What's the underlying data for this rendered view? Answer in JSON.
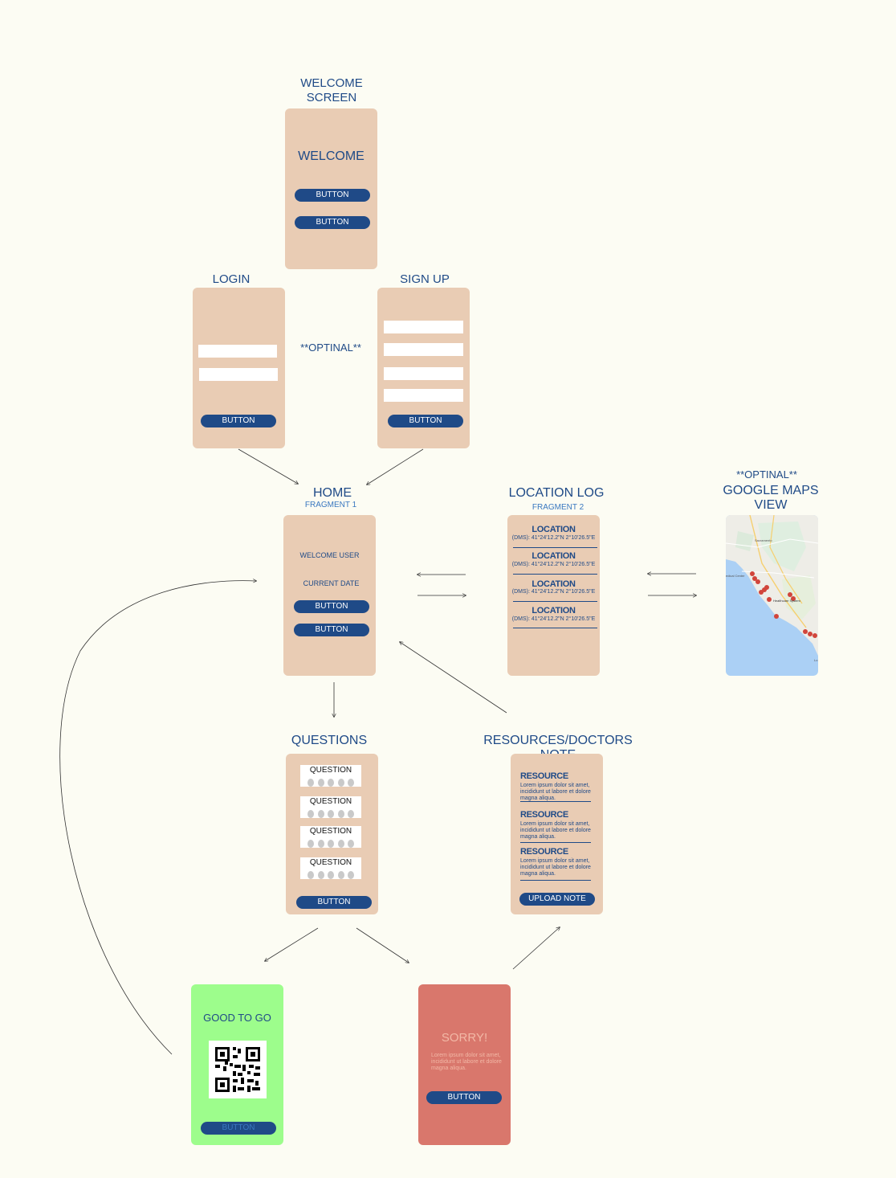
{
  "screens": {
    "welcome": {
      "title": "WELCOME\nSCREEN",
      "heading": "WELCOME",
      "button1": "BUTTON",
      "button2": "BUTTON"
    },
    "login": {
      "title": "LOGIN",
      "button": "BUTTON"
    },
    "optional_note": "**OPTINAL**",
    "signup": {
      "title": "SIGN UP",
      "button": "BUTTON"
    },
    "home": {
      "title": "HOME",
      "subtitle": "FRAGMENT 1",
      "welcome_user": "WELCOME USER",
      "current_date": "CURRENT DATE",
      "button1": "BUTTON",
      "button2": "BUTTON"
    },
    "location_log": {
      "title": "LOCATION LOG",
      "subtitle": "FRAGMENT 2",
      "entries": [
        {
          "label": "LOCATION",
          "coords": "(DMS): 41°24'12.2\"N 2°10'26.5\"E"
        },
        {
          "label": "LOCATION",
          "coords": "(DMS): 41°24'12.2\"N 2°10'26.5\"E"
        },
        {
          "label": "LOCATION",
          "coords": "(DMS): 41°24'12.2\"N 2°10'26.5\"E"
        },
        {
          "label": "LOCATION",
          "coords": "(DMS): 41°24'12.2\"N 2°10'26.5\"E"
        }
      ]
    },
    "maps": {
      "optional": "**OPTINAL**",
      "title": "GOOGLE MAPS\nVIEW",
      "labels": {
        "city": "Sacramento",
        "medical": "edical Center",
        "system": "Healthcare System",
        "edge": "Lo"
      }
    },
    "questions": {
      "title": "QUESTIONS",
      "items": [
        "QUESTION",
        "QUESTION",
        "QUESTION",
        "QUESTION"
      ],
      "button": "BUTTON"
    },
    "resources": {
      "title": "RESOURCES/DOCTORS NOTE",
      "items": [
        {
          "label": "RESOURCE",
          "text": "Lorem ipsum dolor sit amet, incididunt ut labore et dolore magna aliqua."
        },
        {
          "label": "RESOURCE",
          "text": "Lorem ipsum dolor sit amet, incididunt ut labore et dolore magna aliqua."
        },
        {
          "label": "RESOURCE",
          "text": "Lorem ipsum dolor sit amet, incididunt ut labore et dolore magna aliqua."
        }
      ],
      "button": "UPLOAD NOTE"
    },
    "good_to_go": {
      "heading": "GOOD TO GO",
      "button": "BUTTON"
    },
    "sorry": {
      "heading": "SORRY!",
      "text": "Lorem ipsum dolor sit amet, incididunt ut labore et dolore magna aliqua.",
      "button": "BUTTON"
    }
  },
  "colors": {
    "background": "#fcfcf3",
    "phone": "#e9ccb4",
    "accent": "#1f4a87",
    "good": "#9dfd8c",
    "sorry": "#d9776c"
  }
}
